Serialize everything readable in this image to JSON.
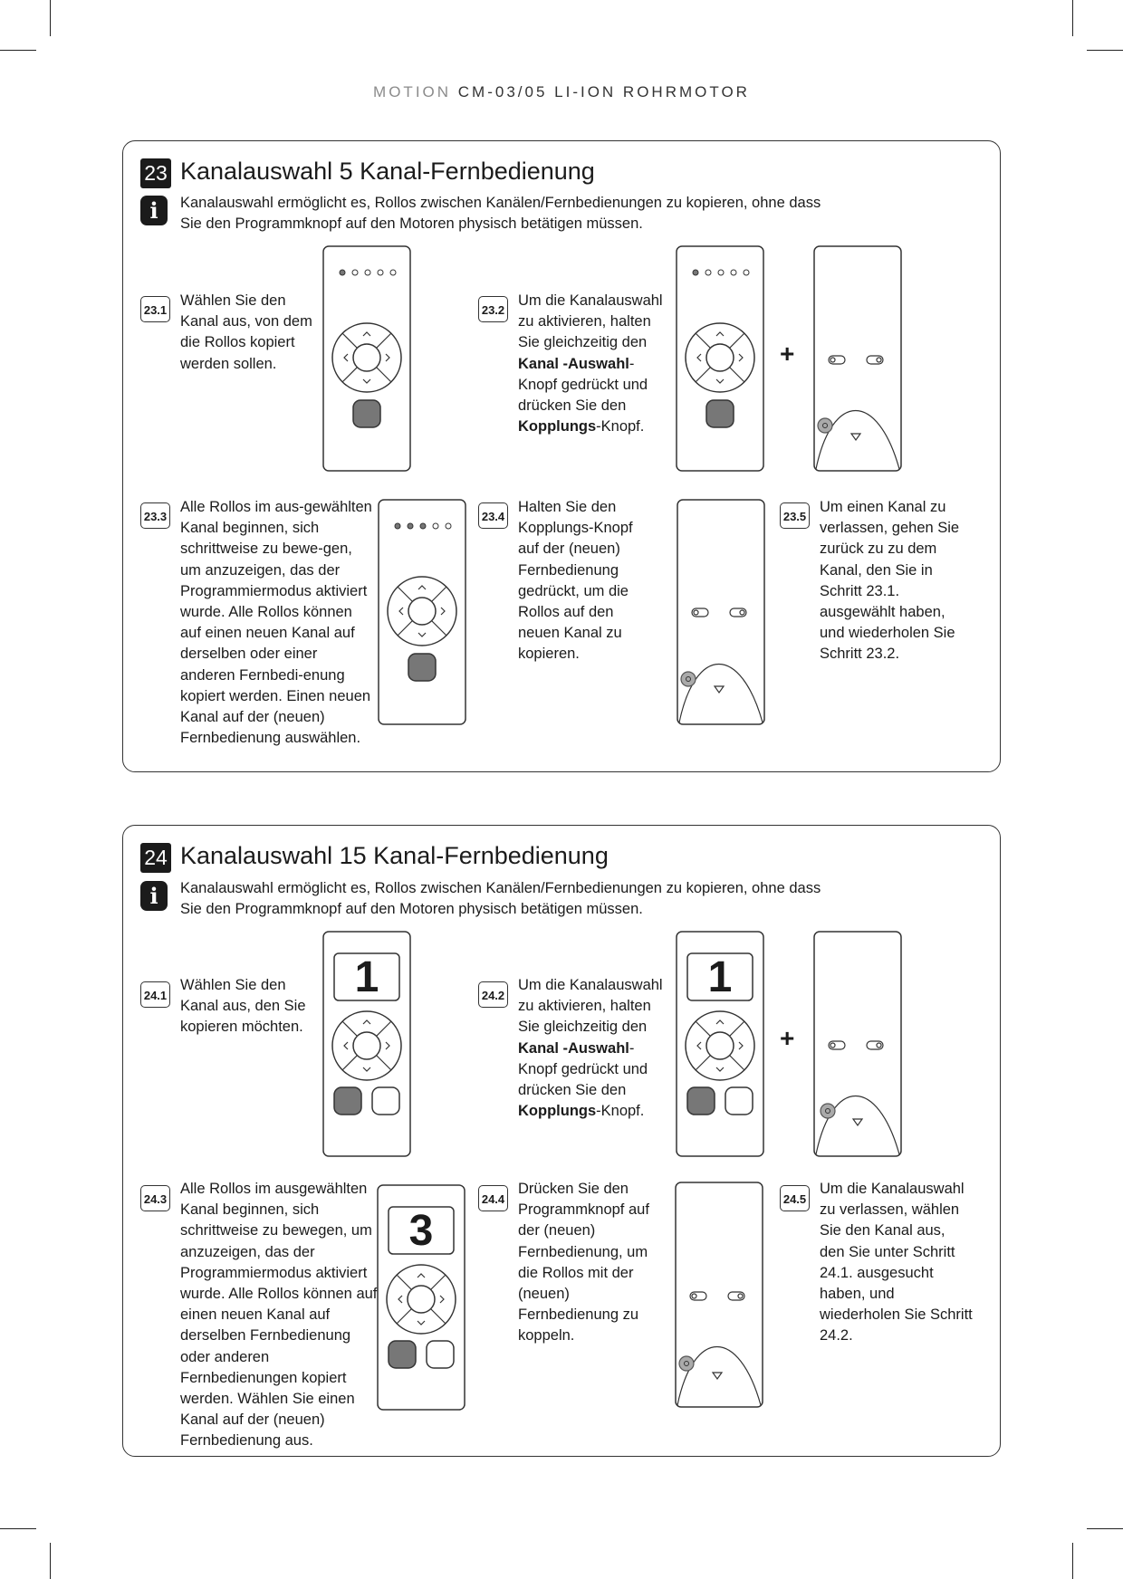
{
  "header": {
    "brand": "MOTION",
    "title": "CM-03/05 LI-ION ROHRMOTOR"
  },
  "sections": [
    {
      "number": "23",
      "title": "Kanalauswahl 5 Kanal-Fernbedienung",
      "intro": "Kanalauswahl ermöglicht es, Rollos zwischen Kanälen/Fernbedienungen zu kopieren, ohne dass Sie den Programmknopf auf den Motoren physisch betätigen müssen.",
      "steps": [
        {
          "label": "23.1",
          "text": "Wählen Sie den Kanal aus, von dem die Rollos kopiert werden sollen."
        },
        {
          "label": "23.2",
          "text_a": "Um die Kanalauswahl zu aktivieren, halten Sie gleichzeitig den ",
          "bold_a": "Kanal -Auswahl",
          "text_b": "-Knopf gedrückt und drücken Sie den ",
          "bold_b": "Kopplungs",
          "text_c": "-Knopf."
        },
        {
          "label": "23.3",
          "text": "Alle Rollos im aus-gewählten Kanal beginnen, sich schrittweise zu bewe-gen, um anzuzeigen, das der Programmiermodus aktiviert wurde. Alle Rollos können auf einen neuen Kanal auf derselben oder einer anderen Fernbedi-enung kopiert werden. Einen neuen Kanal auf der (neuen) Fernbedienung auswählen."
        },
        {
          "label": "23.4",
          "text": "Halten Sie den Kopplungs-Knopf auf der (neuen) Fernbedienung gedrückt, um die Rollos auf den neuen Kanal zu kopieren."
        },
        {
          "label": "23.5",
          "text": "Um einen Kanal zu verlassen, gehen Sie zurück zu zu dem Kanal, den Sie in Schritt 23.1. ausgewählt haben, und wiederholen Sie Schritt 23.2."
        }
      ],
      "plus": "+"
    },
    {
      "number": "24",
      "title": "Kanalauswahl 15 Kanal-Fernbedienung",
      "intro": "Kanalauswahl ermöglicht es, Rollos zwischen Kanälen/Fernbedienungen zu kopieren, ohne dass Sie den Programmknopf auf den Motoren physisch betätigen müssen.",
      "steps": [
        {
          "label": "24.1",
          "text": "Wählen Sie den Kanal aus, den Sie kopieren möchten."
        },
        {
          "label": "24.2",
          "text_a": "Um die Kanalauswahl zu aktivieren, halten Sie gleichzeitig den ",
          "bold_a": "Kanal -Auswahl",
          "text_b": "-Knopf gedrückt und drücken Sie den ",
          "bold_b": "Kopplungs",
          "text_c": "-Knopf."
        },
        {
          "label": "24.3",
          "text": "Alle Rollos im ausgewählten Kanal beginnen, sich schrittweise zu bewegen, um anzuzeigen, das der Programmiermodus aktiviert wurde. Alle Rollos können auf einen neuen Kanal auf derselben Fernbedienung oder anderen Fernbedienungen kopiert werden. Wählen Sie einen Kanal auf der (neuen) Fernbedienung aus."
        },
        {
          "label": "24.4",
          "text": "Drücken Sie den Programmknopf auf der (neuen) Fernbedienung, um die Rollos mit der (neuen) Fernbedienung zu koppeln."
        },
        {
          "label": "24.5",
          "text": "Um die Kanalauswahl zu verlassen, wählen Sie den Kanal aus, den Sie unter Schritt 24.1. ausgesucht haben, und wiederholen Sie Schritt 24.2."
        }
      ],
      "plus": "+",
      "displays": [
        "1",
        "1",
        "3"
      ]
    }
  ]
}
